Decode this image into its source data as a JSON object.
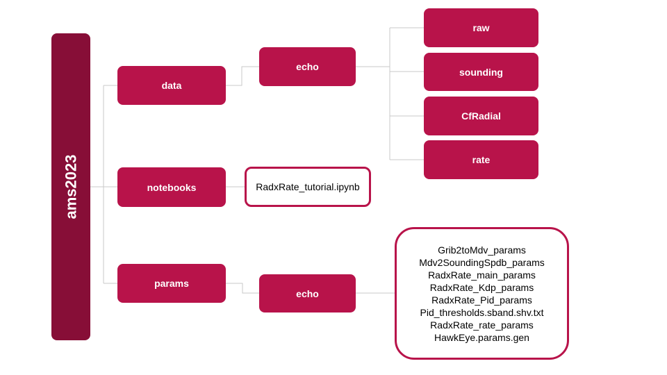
{
  "colors": {
    "root_fill": "#870e37",
    "node_fill": "#b8134a",
    "node_text": "#ffffff",
    "file_border": "#b8134a",
    "connector": "#c8c8c8"
  },
  "tree": {
    "root": "ams2023",
    "data": {
      "label": "data",
      "echo": "echo",
      "children": [
        "raw",
        "sounding",
        "CfRadial",
        "rate"
      ]
    },
    "notebooks": {
      "label": "notebooks",
      "file": "RadxRate_tutorial.ipynb"
    },
    "params": {
      "label": "params",
      "echo": "echo",
      "files": [
        "Grib2toMdv_params",
        "Mdv2SoundingSpdb_params",
        "RadxRate_main_params",
        "RadxRate_Kdp_params",
        "RadxRate_Pid_params",
        "Pid_thresholds.sband.shv.txt",
        "RadxRate_rate_params",
        "HawkEye.params.gen"
      ]
    }
  }
}
